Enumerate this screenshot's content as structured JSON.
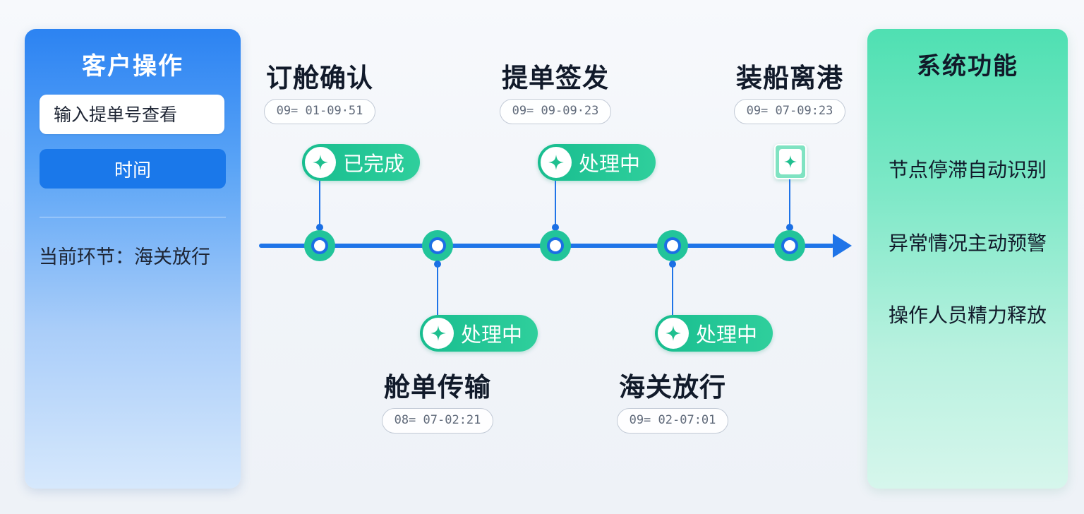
{
  "customer_panel": {
    "title": "客户操作",
    "search_placeholder": "输入提单号查看",
    "time_button_label": "时间",
    "current_stage_label": "当前环节",
    "current_stage_separator": "：",
    "current_stage_value": "海关放行"
  },
  "timeline": {
    "steps": [
      {
        "title": "订舱确认",
        "time": "09= 01-09·51",
        "status": "已完成"
      },
      {
        "title": "舱单传输",
        "time": "08= 07-02:21",
        "status": "处理中"
      },
      {
        "title": "提单签发",
        "time": "09= 09-09·23",
        "status": "处理中"
      },
      {
        "title": "海关放行",
        "time": "09= 02-07:01",
        "status": "处理中"
      },
      {
        "title": "装船离港",
        "time": "09= 07-09:23",
        "status": ""
      }
    ]
  },
  "system_panel": {
    "title": "系统功能",
    "features": [
      "节点停滞自动识别",
      "异常情况主动预警",
      "操作人员精力释放"
    ]
  },
  "colors": {
    "primary_blue": "#1f74e8",
    "accent_green": "#22c49a",
    "panel_left_top": "#2c83f2",
    "panel_right_top": "#4fe0b2"
  },
  "icons": {
    "status_icon": "sparkle-icon",
    "axis_end": "arrow-right-icon"
  }
}
